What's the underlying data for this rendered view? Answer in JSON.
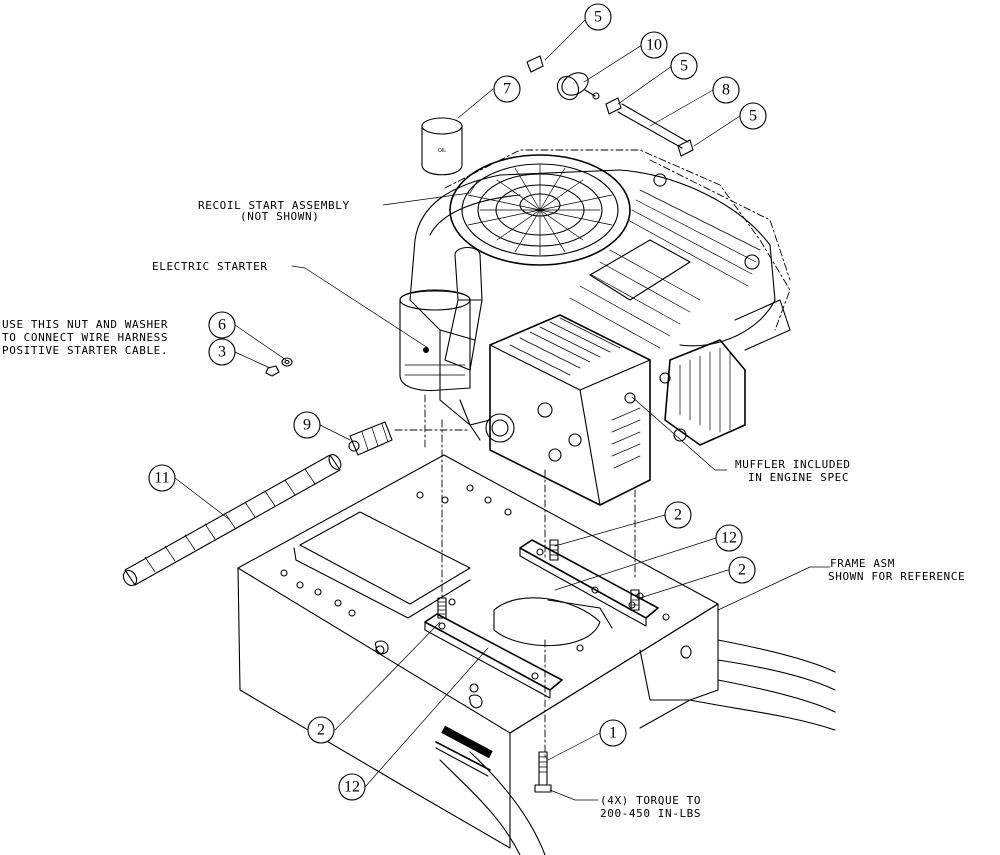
{
  "callouts": {
    "b5a": "5",
    "b10": "10",
    "b5b": "5",
    "b7": "7",
    "b8": "8",
    "b5c": "5",
    "b6": "6",
    "b3": "3",
    "b9": "9",
    "b11": "11",
    "b2a": "2",
    "b12a": "12",
    "b2b": "2",
    "b2c": "2",
    "b12b": "12",
    "b1": "1"
  },
  "notes": {
    "recoil": [
      "RECOIL START ASSEMBLY",
      "(NOT SHOWN)"
    ],
    "starter": [
      "ELECTRIC STARTER"
    ],
    "nut_washer": [
      "USE THIS NUT AND WASHER",
      "TO CONNECT WIRE HARNESS",
      "POSITIVE STARTER CABLE."
    ],
    "muffler": [
      "MUFFLER INCLUDED",
      "IN ENGINE SPEC"
    ],
    "frame": [
      "FRAME ASM",
      "SHOWN FOR REFERENCE"
    ],
    "torque": [
      "(4X) TORQUE TO",
      "200-450 IN-LBS"
    ]
  },
  "labels": {
    "oil_bottle": "OIL"
  }
}
